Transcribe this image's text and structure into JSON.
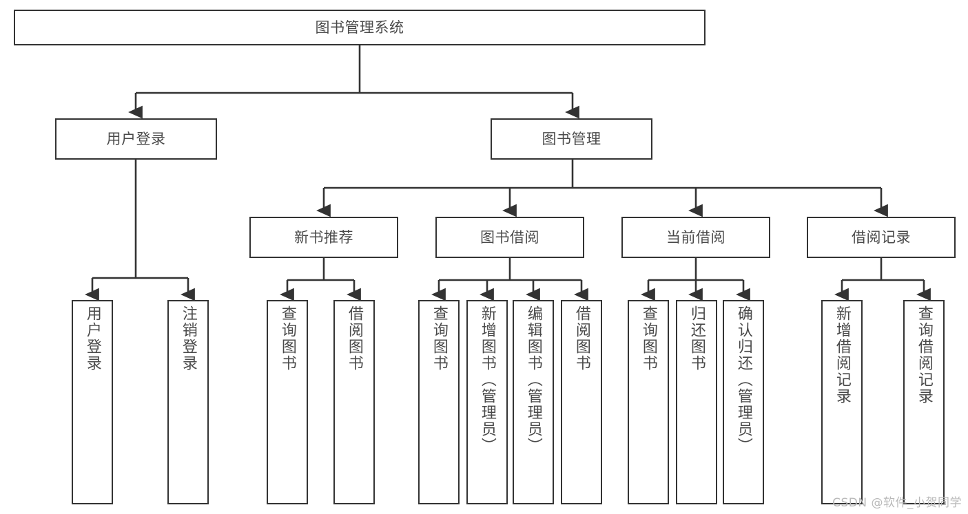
{
  "diagram": {
    "type": "tree-hierarchy-chart",
    "title": "图书管理系统",
    "line_color": "#333333",
    "box_fill": "#ffffff",
    "text_color": "#4a4a4a",
    "root": {
      "id": "root",
      "label": "图书管理系统"
    },
    "level2": [
      {
        "id": "user-login",
        "label": "用户登录"
      },
      {
        "id": "book-management",
        "label": "图书管理"
      }
    ],
    "level3": [
      {
        "id": "new-book-recommend",
        "label": "新书推荐"
      },
      {
        "id": "book-borrow",
        "label": "图书借阅"
      },
      {
        "id": "current-borrow",
        "label": "当前借阅"
      },
      {
        "id": "borrow-record",
        "label": "借阅记录"
      }
    ],
    "leaves": {
      "user_login": [
        {
          "id": "leaf-user-login",
          "label": "用户登录"
        },
        {
          "id": "leaf-logout-login",
          "label": "注销登录"
        }
      ],
      "new_book_recommend": [
        {
          "id": "leaf-query-book-1",
          "label": "查询图书"
        },
        {
          "id": "leaf-borrow-book-1",
          "label": "借阅图书"
        }
      ],
      "book_borrow": [
        {
          "id": "leaf-query-book-2",
          "label": "查询图书"
        },
        {
          "id": "leaf-add-book",
          "label": "新增图书（管理员）"
        },
        {
          "id": "leaf-edit-book",
          "label": "编辑图书（管理员）"
        },
        {
          "id": "leaf-borrow-book-2",
          "label": "借阅图书"
        }
      ],
      "current_borrow": [
        {
          "id": "leaf-query-book-3",
          "label": "查询图书"
        },
        {
          "id": "leaf-return-book",
          "label": "归还图书"
        },
        {
          "id": "leaf-confirm-return",
          "label": "确认归还（管理员）"
        }
      ],
      "borrow_record": [
        {
          "id": "leaf-add-record",
          "label": "新增借阅记录"
        },
        {
          "id": "leaf-query-record",
          "label": "查询借阅记录"
        }
      ]
    }
  },
  "watermark": {
    "text": "CSDN @软件_小贺同学"
  }
}
